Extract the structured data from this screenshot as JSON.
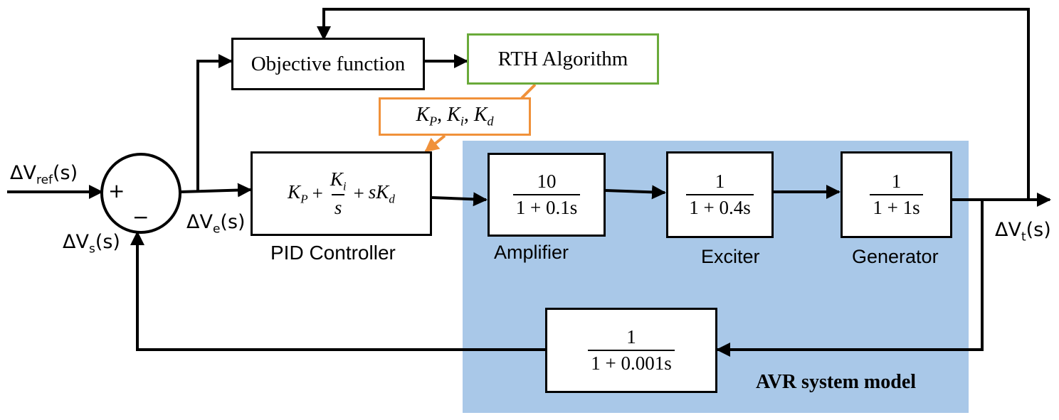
{
  "colors": {
    "avr_region": "#a9c8e8",
    "rth_border": "#6aaa3a",
    "gains_border": "#f0913a",
    "line": "#000000"
  },
  "blocks": {
    "objective": {
      "label": "Objective function"
    },
    "rth": {
      "label": "RTH Algorithm"
    },
    "gains": {
      "label": "K_P, K_i, K_d"
    },
    "pid": {
      "term1": "K_P",
      "plus1": "+",
      "frac_num": "K_i",
      "frac_den": "s",
      "plus2": "+",
      "term3": "sK_d",
      "caption": "PID Controller"
    },
    "amplifier": {
      "num": "10",
      "den": "1 + 0.1s",
      "caption": "Amplifier"
    },
    "exciter": {
      "num": "1",
      "den": "1 + 0.4s",
      "caption": "Exciter"
    },
    "generator": {
      "num": "1",
      "den": "1 + 1s",
      "caption": "Generator"
    },
    "sensor": {
      "num": "1",
      "den": "1 + 0.001s"
    }
  },
  "summing_junction": {
    "plus": "+",
    "minus": "−"
  },
  "signals": {
    "vref": "ΔV_ref(s)",
    "ve": "ΔV_e(s)",
    "vs": "ΔV_s(s)",
    "vt": "ΔV_t(s)"
  },
  "region_title": "AVR system model"
}
